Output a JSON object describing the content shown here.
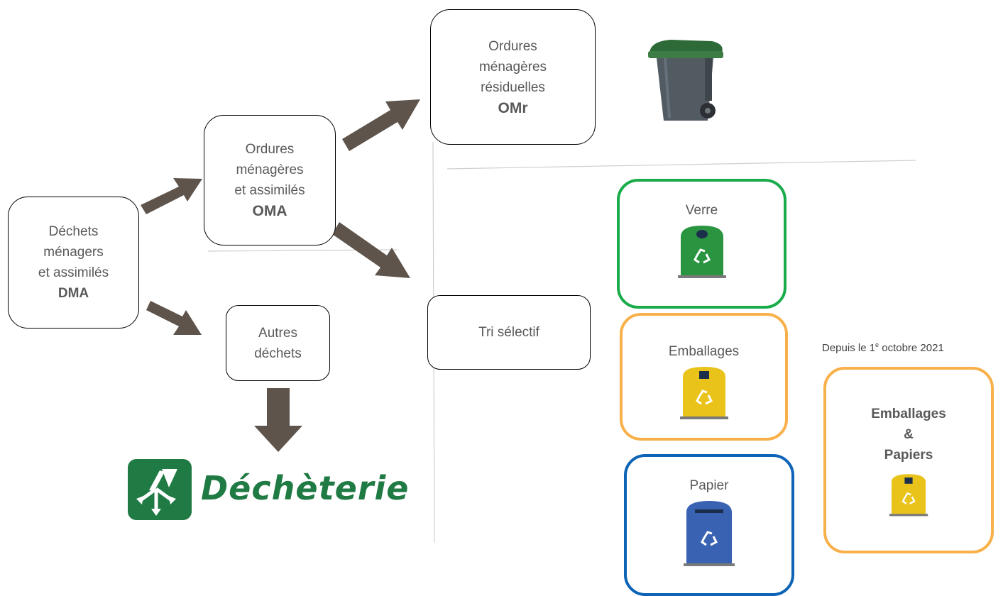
{
  "dma": {
    "line1": "Déchets",
    "line2": "ménagers",
    "line3": "et assimilés",
    "abbr": "DMA"
  },
  "oma": {
    "line1": "Ordures",
    "line2": "ménagères",
    "line3": "et assimilés",
    "abbr": "OMA"
  },
  "omr": {
    "line1": "Ordures",
    "line2": "ménagères",
    "line3": "résiduelles",
    "abbr": "OMr"
  },
  "autres": {
    "line1": "Autres",
    "line2": "déchets"
  },
  "tri": {
    "label": "Tri sélectif"
  },
  "verre": {
    "label": "Verre",
    "color": "#2a9440"
  },
  "emballages": {
    "label": "Emballages",
    "color": "#e9c21a"
  },
  "papier": {
    "label": "Papier",
    "color": "#3a62b3"
  },
  "note": {
    "prefix": "Depuis le 1",
    "sup": "e",
    "suffix": " octobre 2021"
  },
  "combined": {
    "line1": "Emballages",
    "line2": "&",
    "line3": "Papiers"
  },
  "decheterie": {
    "label": "Déchèterie",
    "color": "#1f7a43"
  },
  "arrow_color": "#5e544c"
}
